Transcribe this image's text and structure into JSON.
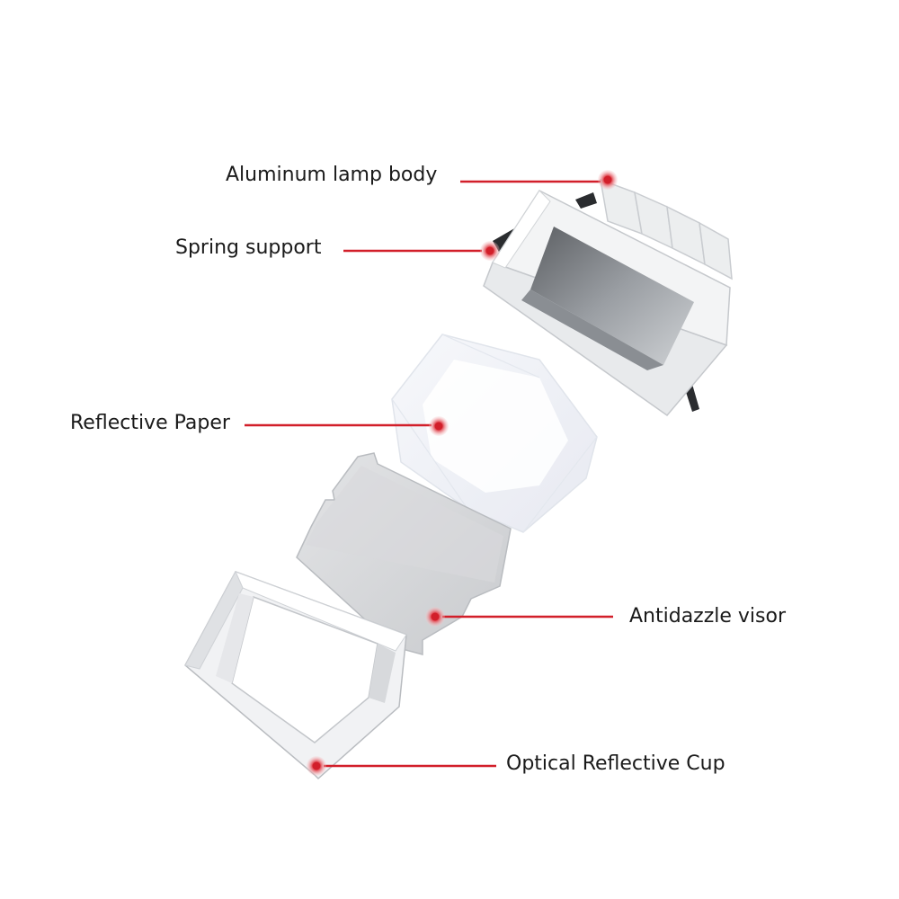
{
  "diagram": {
    "accent_color": "#d21f2a",
    "line_color": "#d21f2a",
    "text_color": "#1a1a1a",
    "parts": [
      {
        "id": "aluminum",
        "label": "Aluminum lamp body"
      },
      {
        "id": "spring",
        "label": "Spring support"
      },
      {
        "id": "paper",
        "label": "Reflective Paper"
      },
      {
        "id": "visor",
        "label": "Antidazzle visor"
      },
      {
        "id": "cup",
        "label": "Optical Reflective Cup"
      }
    ]
  }
}
